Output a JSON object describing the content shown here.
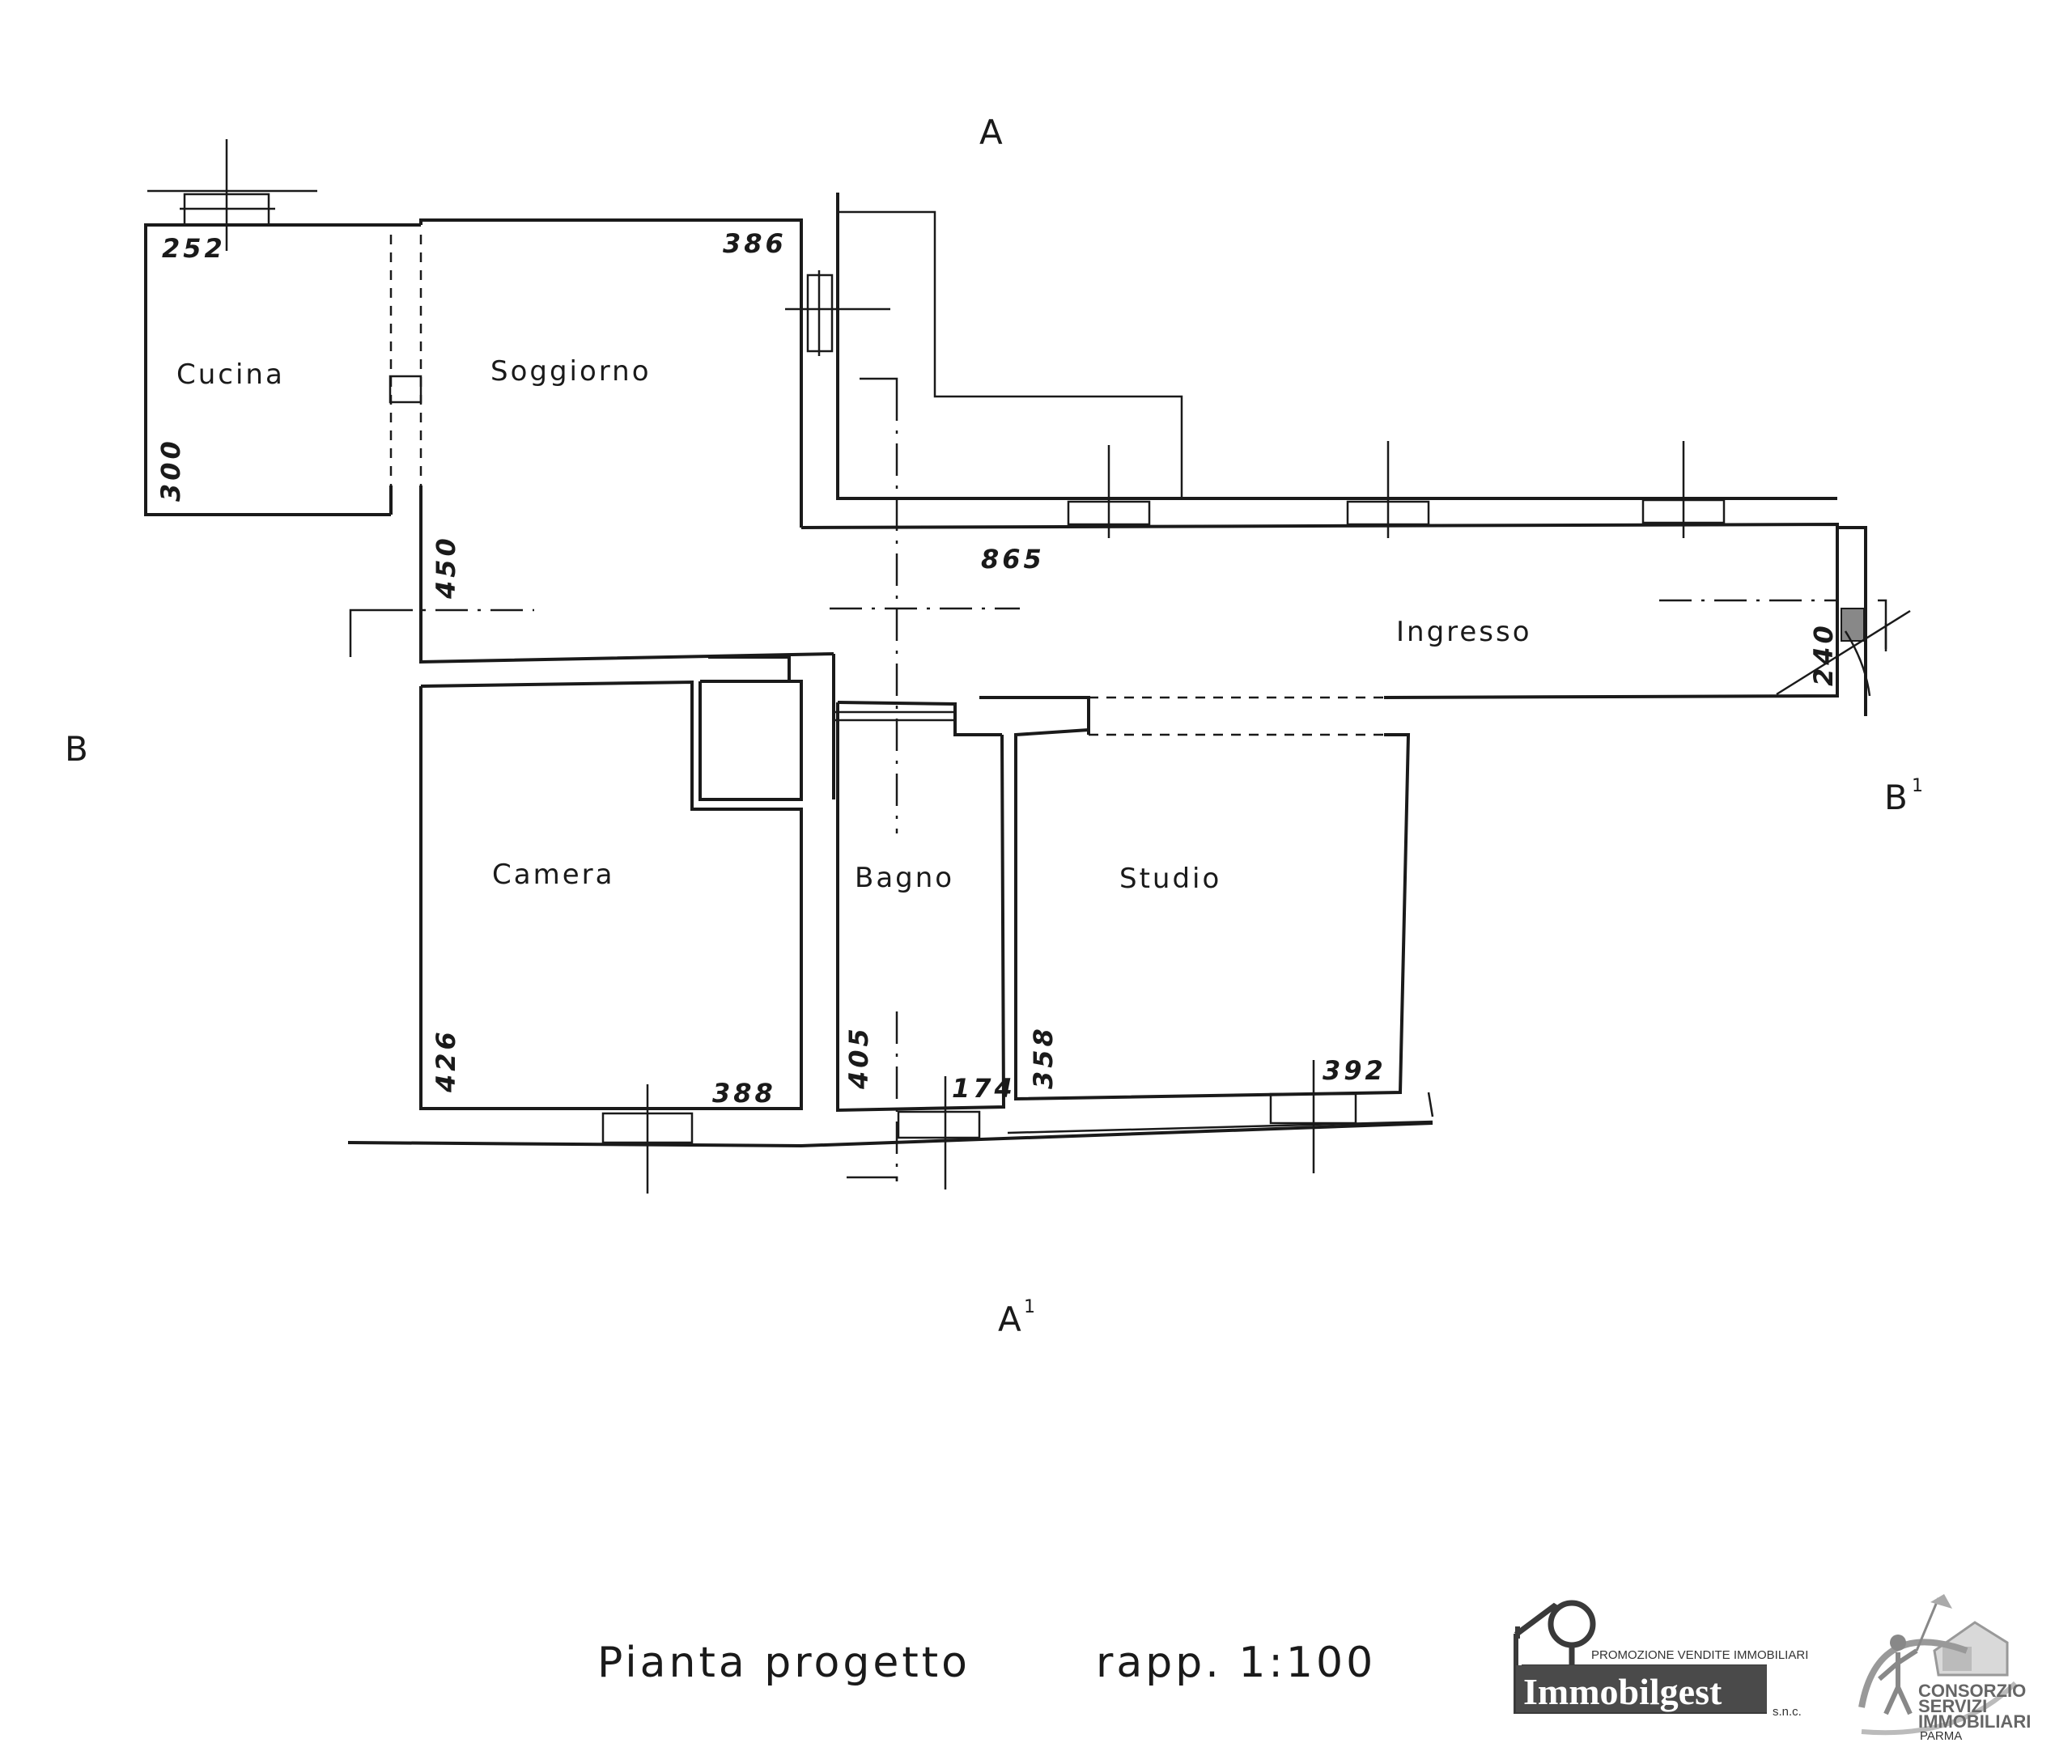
{
  "rooms": {
    "cucina": "Cucina",
    "soggiorno": "Soggiorno",
    "ingresso": "Ingresso",
    "camera": "Camera",
    "bagno": "Bagno",
    "studio": "Studio"
  },
  "dimensions": {
    "cucina_w": "252",
    "cucina_h": "300",
    "soggiorno_w": "386",
    "soggiorno_h": "450",
    "ingresso_w": "865",
    "ingresso_h": "240",
    "camera_h": "426",
    "camera_w": "388",
    "bagno_h": "405",
    "bagno_w": "174",
    "studio_h": "358",
    "studio_w": "392"
  },
  "sections": {
    "a": "A",
    "a1": "A",
    "b": "B",
    "b1": "B",
    "prime": "1"
  },
  "caption": {
    "title": "Pianta progetto",
    "scale": "rapp. 1:100"
  },
  "logos": {
    "immobilgest_tagline": "PROMOZIONE VENDITE IMMOBILIARI",
    "immobilgest_name": "Immobilgest",
    "immobilgest_suffix": "s.n.c.",
    "consorzio_1": "CONSORZIO",
    "consorzio_2": "SERVIZI",
    "consorzio_3": "IMMOBILIARI",
    "consorzio_4": "PARMA"
  }
}
